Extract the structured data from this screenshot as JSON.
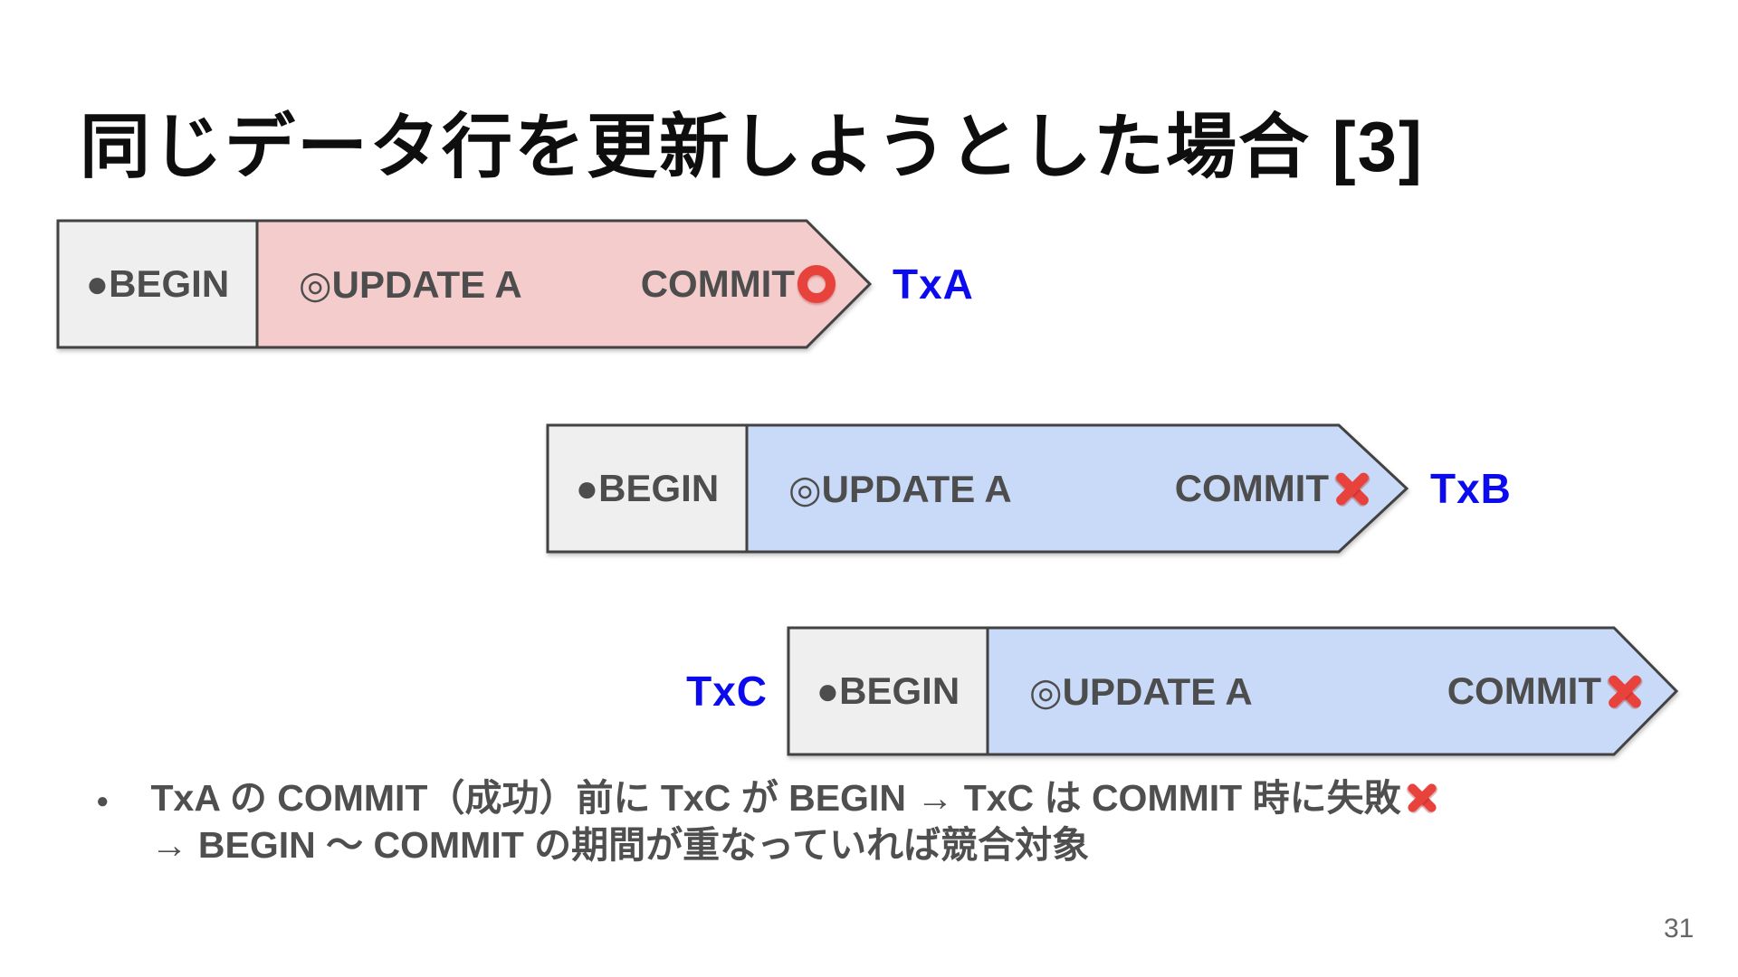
{
  "slide": {
    "title": "同じデータ行を更新しようとした場合 [3]",
    "page_number": "31"
  },
  "palette": {
    "begin_fill": "#efefef",
    "txa_fill": "#f4cccc",
    "txb_fill": "#c9daf8",
    "txc_fill": "#c9daf8",
    "shape_border": "#434343",
    "box_text": "#4d4d4d",
    "tx_label_blue": "#0b0bee",
    "status_red": "#e8423c"
  },
  "transactions": [
    {
      "name": "TxA",
      "begin": "●BEGIN",
      "update": "◎UPDATE A",
      "commit": "COMMIT",
      "status": "success",
      "status_icon": "heavy-circle-icon",
      "label_side": "right"
    },
    {
      "name": "TxB",
      "begin": "●BEGIN",
      "update": "◎UPDATE A",
      "commit": "COMMIT",
      "status": "failure",
      "status_icon": "cross-mark-icon",
      "label_side": "right"
    },
    {
      "name": "TxC",
      "begin": "●BEGIN",
      "update": "◎UPDATE A",
      "commit": "COMMIT",
      "status": "failure",
      "status_icon": "cross-mark-icon",
      "label_side": "left"
    }
  ],
  "notes": {
    "bullet_marker": "●",
    "line1": "TxA の COMMIT（成功）前に TxC が BEGIN → TxC は COMMIT 時に失敗",
    "line1_status_icon": "cross-mark-icon",
    "line2": "→ BEGIN ～ COMMIT の期間が重なっていれば競合対象"
  }
}
